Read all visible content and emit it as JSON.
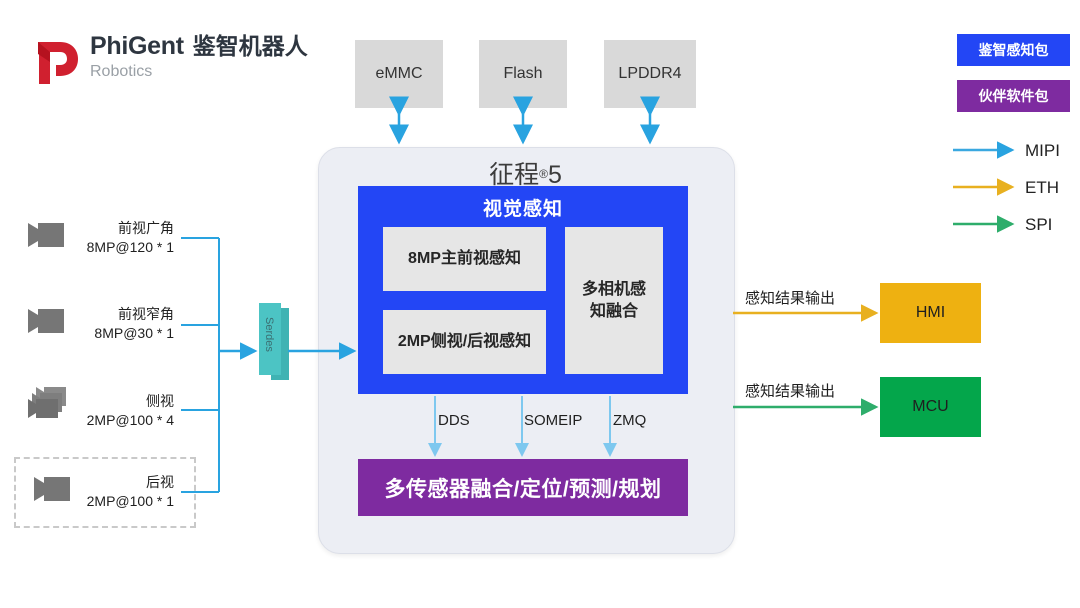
{
  "logo": {
    "mark": "phigent-p-mark",
    "name_en": "PhiGent",
    "name_cn": "鉴智机器人",
    "subtitle": "Robotics"
  },
  "memory": [
    {
      "label": "eMMC"
    },
    {
      "label": "Flash"
    },
    {
      "label": "LPDDR4"
    }
  ],
  "soc": {
    "title": "征程",
    "title_sup": "®",
    "title_num": "5",
    "perception": {
      "title": "视觉感知",
      "modules": [
        {
          "label": "8MP主前视感知"
        },
        {
          "label": "2MP侧视/后视感知"
        },
        {
          "label": "多相机感\n知融合"
        }
      ]
    },
    "buses": [
      {
        "label": "DDS"
      },
      {
        "label": "SOMEIP"
      },
      {
        "label": "ZMQ"
      }
    ],
    "fusion": {
      "label": "多传感器融合/定位/预测/规划"
    }
  },
  "cameras": [
    {
      "icon": "camera-icon",
      "name": "前视广角",
      "spec": "8MP@120 * 1",
      "dashed": false
    },
    {
      "icon": "camera-icon",
      "name": "前视窄角",
      "spec": "8MP@30 * 1",
      "dashed": false
    },
    {
      "icon": "camera-stack-icon",
      "name": "侧视",
      "spec": "2MP@100 * 4",
      "dashed": false
    },
    {
      "icon": "camera-icon",
      "name": "后视",
      "spec": "2MP@100 * 1",
      "dashed": true
    }
  ],
  "serdes": {
    "label": "Serdes"
  },
  "outputs": [
    {
      "edge_label": "感知结果输出",
      "box_label": "HMI",
      "link": "ETH"
    },
    {
      "edge_label": "感知结果输出",
      "box_label": "MCU",
      "link": "SPI"
    }
  ],
  "legend": {
    "chips": [
      {
        "label": "鉴智感知包",
        "color": "#2346f5"
      },
      {
        "label": "伙伴软件包",
        "color": "#7e2ba0"
      }
    ],
    "links": [
      {
        "label": "MIPI",
        "color": "#3aa8e0"
      },
      {
        "label": "ETH",
        "color": "#e8b020"
      },
      {
        "label": "SPI",
        "color": "#2ead6b"
      }
    ]
  }
}
